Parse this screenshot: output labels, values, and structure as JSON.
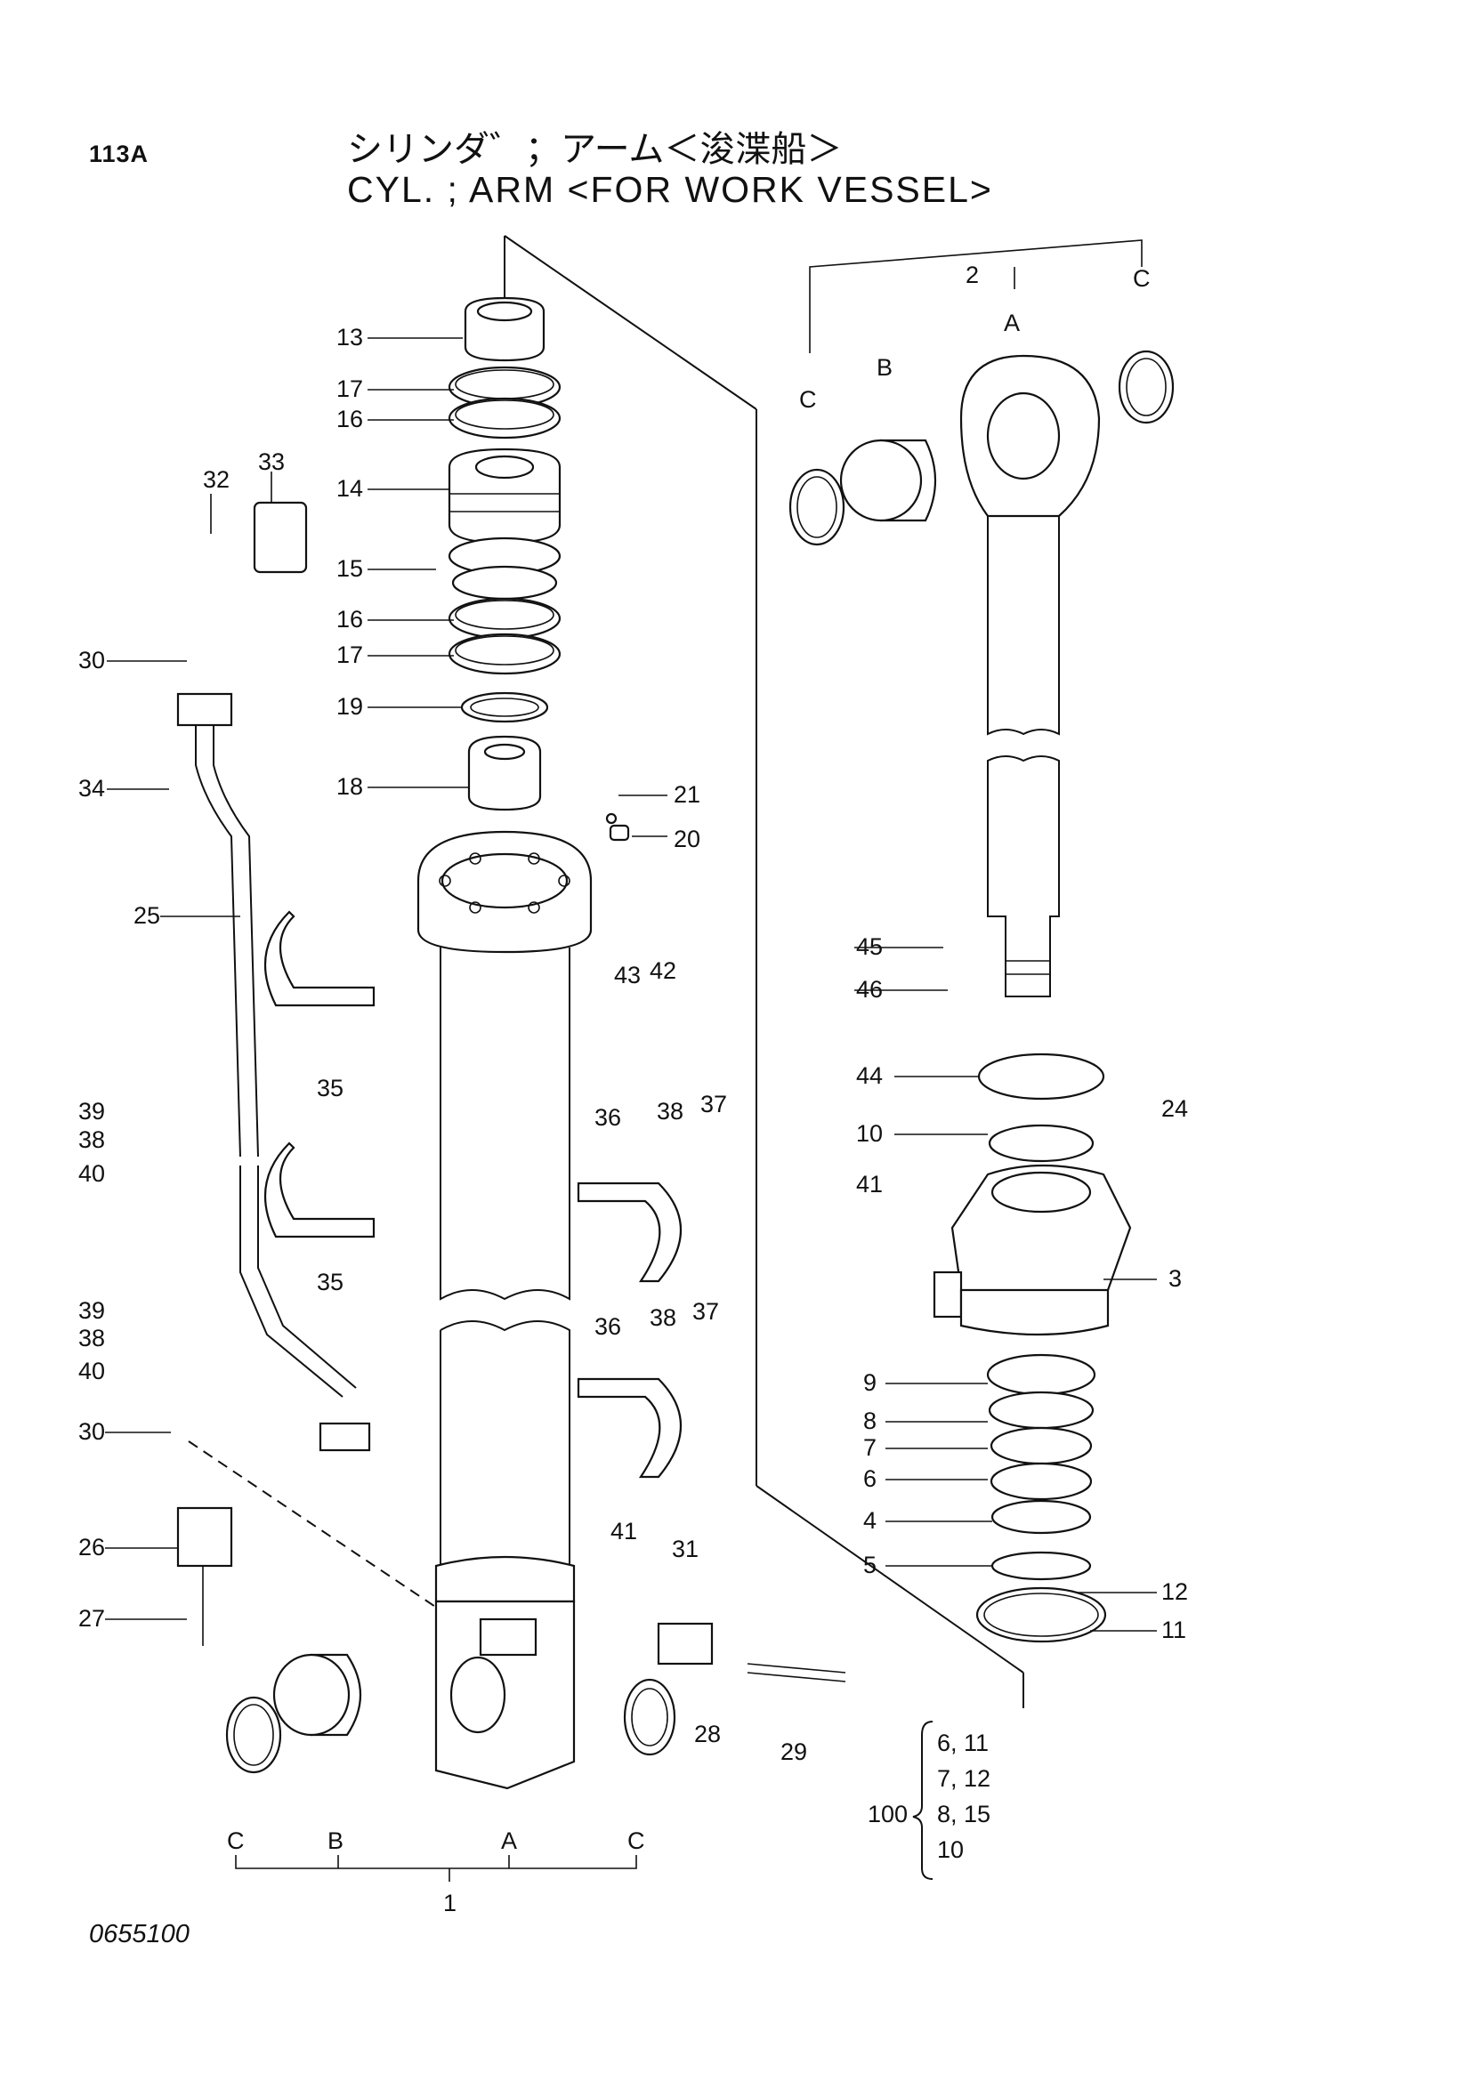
{
  "header": {
    "page_number": "113A",
    "title_jp": "シリンダ゛；アーム＜浚渫船＞",
    "title_en": "CYL. ; ARM <FOR WORK VESSEL>"
  },
  "footer": {
    "doc_code": "0655100"
  },
  "callouts": {
    "c13": "13",
    "c17a": "17",
    "c16a": "16",
    "c14": "14",
    "c15": "15",
    "c16b": "16",
    "c17b": "17",
    "c19": "19",
    "c18": "18",
    "c21": "21",
    "c20": "20",
    "c43": "43",
    "c42": "42",
    "c32": "32",
    "c33": "33",
    "c30a": "30",
    "c34": "34",
    "c25": "25",
    "c35a": "35",
    "c35b": "35",
    "c39a": "39",
    "c38a": "38",
    "c40a": "40",
    "c39b": "39",
    "c38b": "38",
    "c40b": "40",
    "c36a": "36",
    "c38c": "38",
    "c37a": "37",
    "c36b": "36",
    "c38d": "38",
    "c37b": "37",
    "c30b": "30",
    "c26": "26",
    "c27": "27",
    "c41a": "41",
    "c31": "31",
    "c28": "28",
    "c29": "29",
    "c1": "1",
    "cA1": "A",
    "cB1": "B",
    "cC1a": "C",
    "cC1b": "C",
    "c2": "2",
    "cA2": "A",
    "cB2": "B",
    "cC2a": "C",
    "cC2b": "C",
    "c45": "45",
    "c46": "46",
    "c44": "44",
    "c24": "24",
    "c10": "10",
    "c41b": "41",
    "c3": "3",
    "c9": "9",
    "c8": "8",
    "c7": "7",
    "c6": "6",
    "c4": "4",
    "c5": "5",
    "c12": "12",
    "c11": "11"
  },
  "kit": {
    "label": "100",
    "lines": [
      "6, 11",
      "7, 12",
      "8, 15",
      "10"
    ]
  }
}
